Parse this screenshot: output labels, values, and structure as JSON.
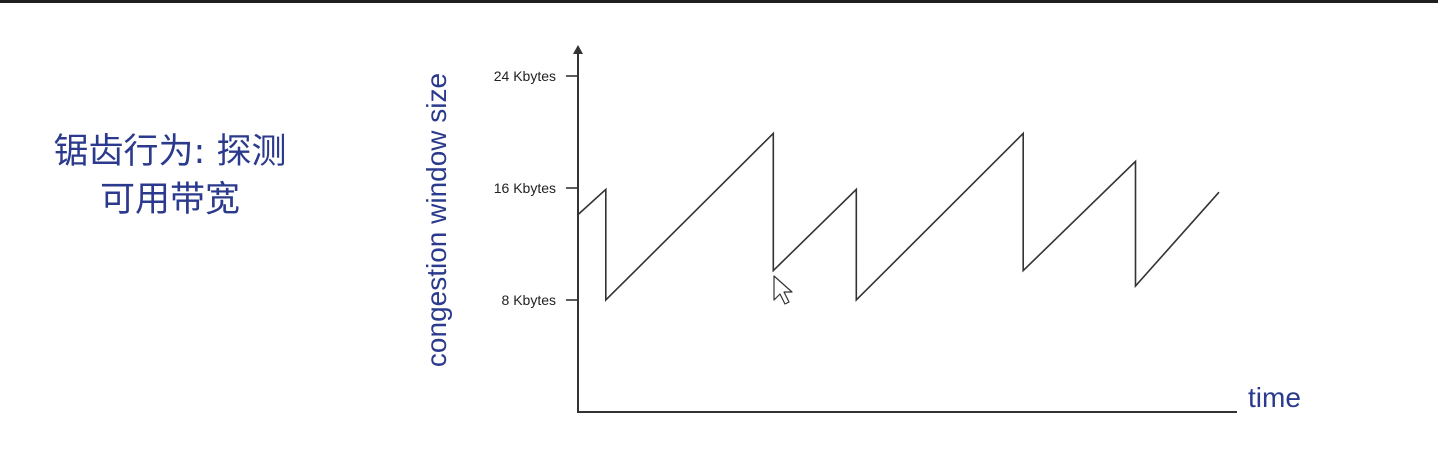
{
  "slide": {
    "title_line1": "锯齿行为: 探测",
    "title_line2": "可用带宽"
  },
  "chart_data": {
    "type": "line",
    "xlabel": "time",
    "ylabel": "congestion window size",
    "ylim": [
      0,
      24
    ],
    "yticks": [
      {
        "value": 8,
        "label": "8 Kbytes"
      },
      {
        "value": 16,
        "label": "16 Kbytes"
      },
      {
        "value": 24,
        "label": "24 Kbytes"
      }
    ],
    "xlim": [
      0,
      13
    ],
    "grid": false,
    "series": [
      {
        "points": [
          [
            0,
            14.1
          ],
          [
            0.56,
            15.9
          ],
          [
            0.56,
            8.0
          ],
          [
            3.93,
            19.9
          ],
          [
            3.93,
            10.1
          ],
          [
            5.6,
            15.9
          ],
          [
            5.6,
            8.0
          ],
          [
            8.96,
            19.9
          ],
          [
            8.96,
            10.1
          ],
          [
            11.22,
            17.9
          ],
          [
            11.22,
            9.0
          ],
          [
            12.9,
            15.7
          ]
        ],
        "color": "#333333"
      }
    ],
    "axis_color": "#333333"
  }
}
